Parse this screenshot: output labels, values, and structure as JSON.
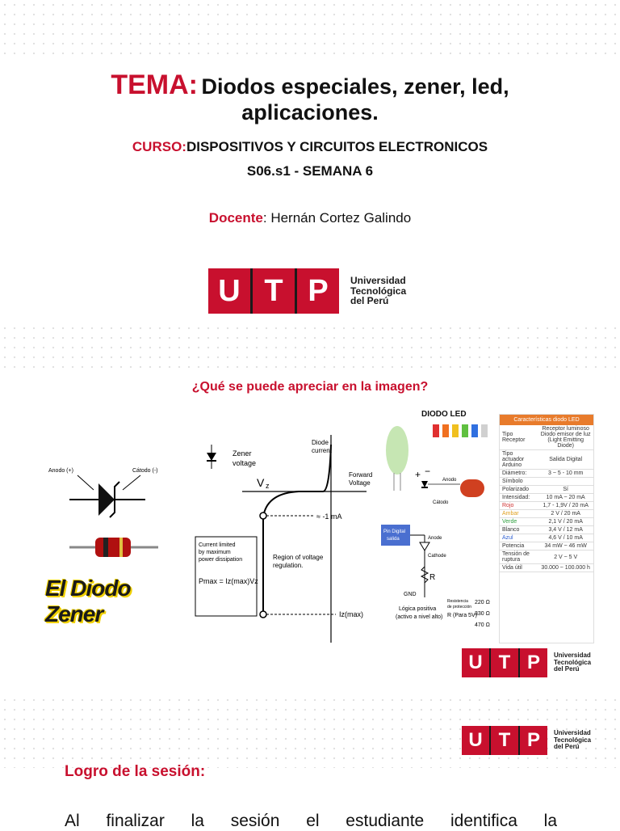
{
  "slide1": {
    "tema_label": "TEMA:",
    "title_line1": "Diodos especiales, zener, led,",
    "title_line2": "aplicaciones.",
    "curso_label": "CURSO:",
    "curso_value": "DISPOSITIVOS Y CIRCUITOS ELECTRONICOS",
    "session": "S06.s1 - SEMANA 6",
    "docente_label": "Docente",
    "docente_value": ": Hernán Cortez Galindo"
  },
  "logo": {
    "letters": [
      "U",
      "T",
      "P"
    ],
    "line1": "Universidad",
    "line2": "Tecnológica",
    "line3": "del Perú"
  },
  "slide2": {
    "question": "¿Qué se puede apreciar en la imagen?",
    "zener_caption": "El Diodo Zener",
    "zener_symbol": {
      "anode": "Anodo (+)",
      "cathode": "Cátodo (-)"
    },
    "graph": {
      "zener_voltage": "Zener voltage",
      "diode_current": "Diode current",
      "forward_voltage": "Forward Voltage",
      "vz": "Vz",
      "ma": "≈ -1 mA",
      "region": "Region of voltage regulation",
      "iz_max": "Iz(max)",
      "note1": "Current limited by maximum power dissipation",
      "note2": "Pmax = Iz(max)Vz"
    },
    "led": {
      "title": "DIODO LED",
      "anodo": "Anodo",
      "catodo": "Cátodo",
      "pin": "Pin Digital salida",
      "anode": "Anode",
      "cathode": "Cathode",
      "r": "R",
      "gnd": "GND",
      "logic": "Lógica positiva (activo a nivel alto)",
      "res_label": "Resistencia de protección R (Para 5V)",
      "res_values": [
        "220 Ω",
        "330 Ω",
        "470 Ω"
      ],
      "table_title": "Características diodo LED",
      "table": [
        [
          "Tipo Receptor",
          "Receptor luminoso Diodo emisor de luz (Light Emitting Diode)"
        ],
        [
          "Tipo actuador Arduino",
          "Salida Digital"
        ],
        [
          "Diámetro:",
          "3 ~ 5 - 10 mm"
        ],
        [
          "Símbolo",
          ""
        ],
        [
          "Polarizado",
          "Sí"
        ],
        [
          "Intensidad:",
          "10 mA ~ 20 mA"
        ],
        [
          "Rojo",
          "1,7 - 1,9V / 20 mA"
        ],
        [
          "Ambar",
          "2 V / 20 mA"
        ],
        [
          "Verde",
          "2,1 V / 20 mA"
        ],
        [
          "Blanco",
          "3,4 V / 12 mA"
        ],
        [
          "Azul",
          "4,6 V / 10 mA"
        ],
        [
          "Potencia",
          "34 mW ~ 46 mW"
        ],
        [
          "Tensión de ruptura",
          "2 V ~ 5 V"
        ],
        [
          "Vida útil",
          "30.000 ~ 100.000 h"
        ]
      ]
    }
  },
  "slide3": {
    "heading": "Logro de la sesión:",
    "body": "Al finalizar la sesión el estudiante identifica la"
  }
}
